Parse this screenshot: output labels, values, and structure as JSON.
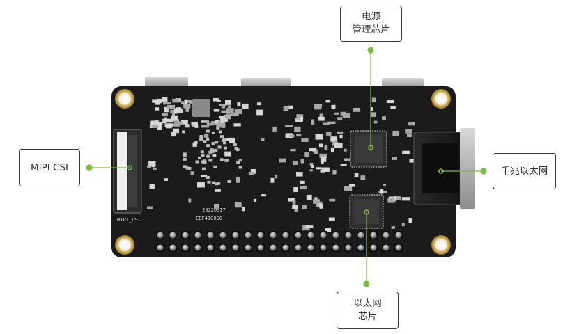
{
  "callouts": {
    "power": {
      "line1": "电源",
      "line2": "管理芯片"
    },
    "mipi": {
      "line1": "MIPI CSI"
    },
    "gbe": {
      "line1": "千兆以太网"
    },
    "eth_chip": {
      "line1": "以太网",
      "line2": "芯片"
    }
  },
  "board_print": {
    "connector_label": "MIPI_CSI",
    "code_line1": "EBF4100G6",
    "code_line2": "20220917"
  },
  "colors": {
    "accent_green": "#7dbb42",
    "pcb": "#1b1b1b",
    "hole_gold": "#c9a84c",
    "box_border": "#3a3a3a"
  }
}
